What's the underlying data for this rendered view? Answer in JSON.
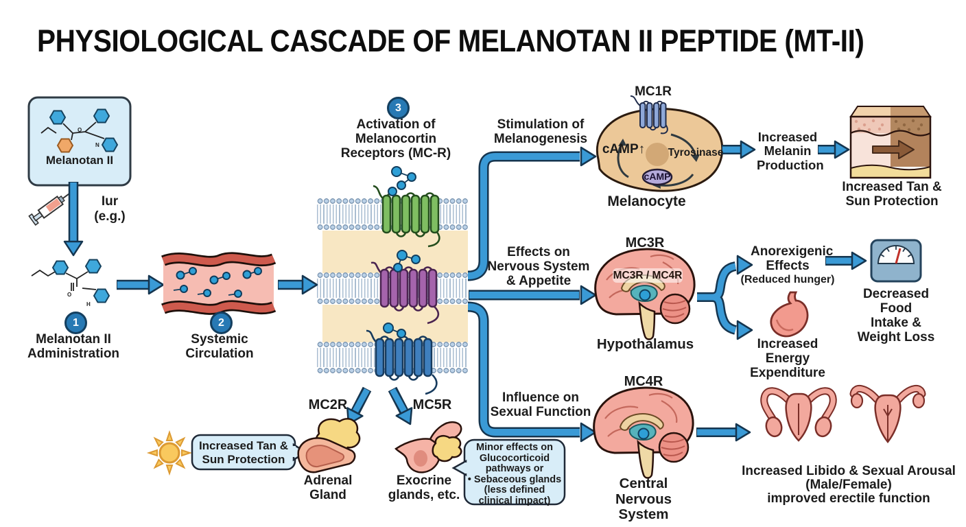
{
  "title": "PHYSIOLOGICAL CASCADE OF MELANOTAN II PEPTIDE (MT-II)",
  "colors": {
    "arrow_blue": "#3A9AD6",
    "arrow_outline": "#15354F",
    "panel_blue": "#D8EDF8",
    "step_circle": "#2779B4",
    "membrane_beige": "#F8E7C3",
    "receptor_green": "#7FBE62",
    "receptor_purple": "#A564AC",
    "receptor_blue": "#3F7FBE"
  },
  "source": {
    "compound_label": "Melanotan II",
    "injection_note": "Iur\n(e.g.)",
    "atoms": {
      "o": "O",
      "n": "N",
      "h": "H"
    }
  },
  "steps": [
    {
      "num": "1",
      "label": "Melanotan II\nAdministration"
    },
    {
      "num": "2",
      "label": "Systemic\nCirculation"
    },
    {
      "num": "3",
      "label": "Activation of\nMelanocortin\nReceptors (MC-R)"
    }
  ],
  "pathways": {
    "melanogenesis": "Stimulation of\nMelanogenesis",
    "nervous": "Effects on\nNervous System\n& Appetite",
    "sexual": "Influence on\nSexual Function"
  },
  "minor_branches": {
    "mc2r": {
      "receptor": "MC2R",
      "organ": "Adrenal\nGland"
    },
    "mc5r": {
      "receptor": "MC5R",
      "organ": "Exocrine\nglands, etc."
    },
    "tan_bubble": "Increased Tan &\nSun Protection",
    "minor_bubble": "Minor effects on\nGlucocorticoid\npathways or\n• Sebaceous glands\n(less defined\nclinical impact)"
  },
  "melanogenesis_row": {
    "receptor": "MC1R",
    "camp_rise": "cAMP↑",
    "tyrosinase": "Tyrosinase",
    "camp_vesicle": "cAMP",
    "cell": "Melanocyte",
    "outcome1": "Increased\nMelanin\nProduction",
    "outcome2": "Increased Tan &\nSun Protection"
  },
  "appetite_row": {
    "receptor": "MC3R",
    "inner_label": "MC3R / MC4R",
    "organ": "Hypothalamus",
    "effect1": "Anorexigenic\nEffects",
    "effect1_note": "(Reduced hunger)",
    "outcome1": "Decreased Food\nIntake &\nWeight Loss",
    "effect2": "Increased\nEnergy Expenditure"
  },
  "sexual_row": {
    "receptor": "MC4R",
    "organ": "Central Nervous\nSystem",
    "outcome": "Increased Libido & Sexual Arousal\n(Male/Female)\nimproved erectile function"
  }
}
